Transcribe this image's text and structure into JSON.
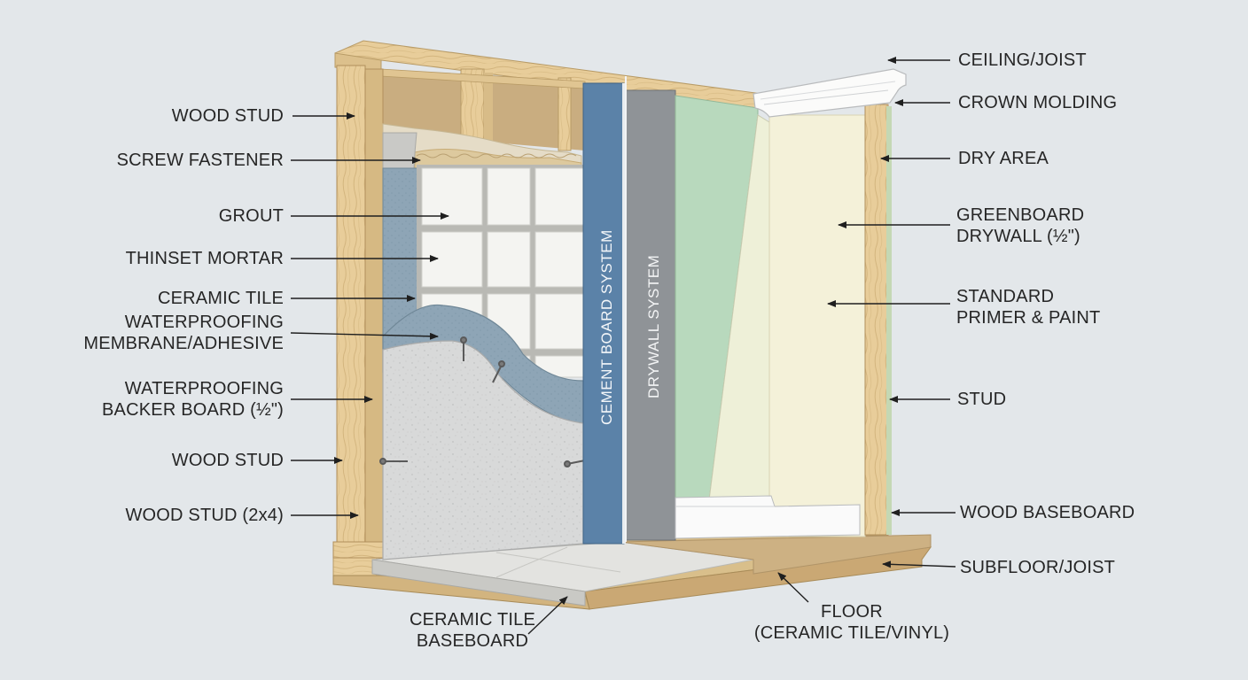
{
  "diagram": {
    "system_labels": {
      "cement": "CEMENT BOARD SYSTEM",
      "drywall": "DRYWALL SYSTEM"
    },
    "left_callouts": [
      {
        "id": "wood-stud-top",
        "lines": [
          "WOOD STUD"
        ]
      },
      {
        "id": "screw-fastener",
        "lines": [
          "SCREW FASTENER"
        ]
      },
      {
        "id": "grout",
        "lines": [
          "GROUT"
        ]
      },
      {
        "id": "thinset-mortar",
        "lines": [
          "THINSET MORTAR"
        ]
      },
      {
        "id": "ceramic-tile",
        "lines": [
          "CERAMIC TILE"
        ]
      },
      {
        "id": "waterproofing-membrane",
        "lines": [
          "WATERPROOFING",
          "MEMBRANE/ADHESIVE"
        ]
      },
      {
        "id": "waterproofing-backer",
        "lines": [
          "WATERPROOFING",
          "BACKER BOARD (½\")"
        ]
      },
      {
        "id": "wood-stud-mid",
        "lines": [
          "WOOD STUD"
        ]
      },
      {
        "id": "wood-stud-2x4",
        "lines": [
          "WOOD STUD (2x4)"
        ]
      }
    ],
    "right_callouts": [
      {
        "id": "ceiling-joist",
        "lines": [
          "CEILING/JOIST"
        ]
      },
      {
        "id": "crown-molding",
        "lines": [
          "CROWN MOLDING"
        ]
      },
      {
        "id": "dry-area",
        "lines": [
          "DRY AREA"
        ]
      },
      {
        "id": "greenboard-drywall",
        "lines": [
          "GREENBOARD",
          "DRYWALL (½\")"
        ]
      },
      {
        "id": "standard-primer",
        "lines": [
          "STANDARD",
          "PRIMER & PAINT"
        ]
      },
      {
        "id": "stud",
        "lines": [
          "STUD"
        ]
      },
      {
        "id": "wood-baseboard",
        "lines": [
          "WOOD BASEBOARD"
        ]
      },
      {
        "id": "subfloor-joist",
        "lines": [
          "SUBFLOOR/JOIST"
        ]
      }
    ],
    "bottom_callouts": [
      {
        "id": "ceramic-tile-baseboard",
        "lines": [
          "CERAMIC TILE",
          "BASEBOARD"
        ]
      },
      {
        "id": "floor",
        "lines": [
          "FLOOR",
          "(CERAMIC TILE/VINYL)"
        ]
      }
    ],
    "colors": {
      "background": "#e3e7ea",
      "wood": "#e8cd9a",
      "cement_band": "#5b82a8",
      "drywall_band": "#8f9397",
      "greenboard": "#b8d9bd",
      "cream_wall": "#f4f1d9",
      "backer_board": "#d8d9d9",
      "membrane": "#8aa2b3",
      "tile": "#f1f1ee"
    }
  }
}
